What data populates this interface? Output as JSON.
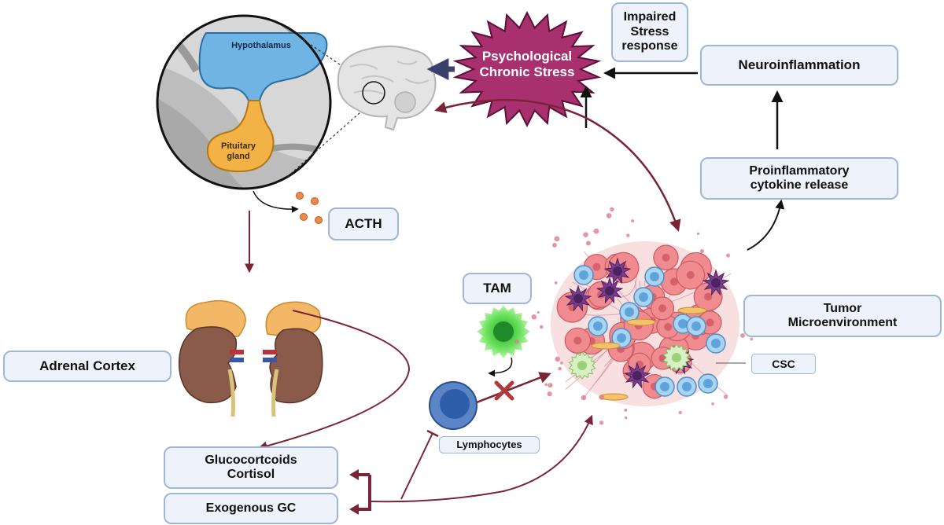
{
  "labels": {
    "hypothalamus": "Hypothalamus",
    "pituitary_line1": "Pituitary",
    "pituitary_line2": "gland",
    "stress_line1": "Psychological",
    "stress_line2": "Chronic Stress",
    "impaired_line1": "Impaired",
    "impaired_line2": "Stress",
    "impaired_line3": "response",
    "neuroinflammation": "Neuroinflammation",
    "cytokine_line1": "Proinflammatory",
    "cytokine_line2": "cytokine release",
    "acth": "ACTH",
    "tam": "TAM",
    "tumor_line1": "Tumor",
    "tumor_line2": "Microenvironment",
    "csc": "CSC",
    "adrenal_cortex": "Adrenal Cortex",
    "lymphocytes": "Lymphocytes",
    "gc_line1": "Glucocortcoids",
    "gc_line2": "Cortisol",
    "exogenous_gc": "Exogenous GC"
  },
  "colors": {
    "box_fill": "#eef3fb",
    "box_border": "#9fb6d6",
    "arrow_maroon": "#7b2338",
    "stress_fill": "#a8306f",
    "hypothalamus_blue": "#6fb4e3",
    "pituitary_orange": "#f3b245",
    "kidney_brown": "#8a5a4a",
    "tam_green": "#5fd34a",
    "lymphocyte_blue": "#2f5ea8"
  }
}
